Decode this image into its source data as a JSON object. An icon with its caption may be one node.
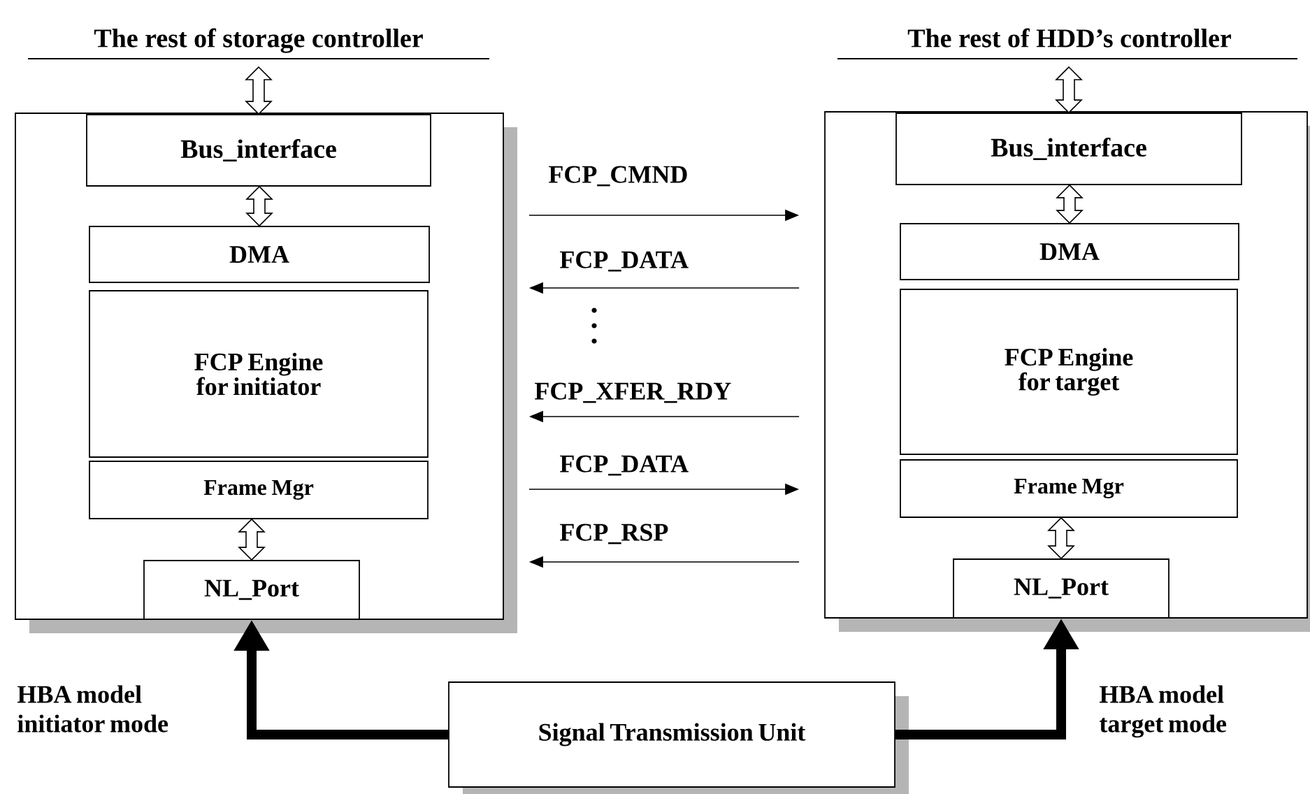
{
  "diagram": {
    "nodes": [
      {
        "text": [
          "The rest of storage controller"
        ]
      },
      {
        "text": [],
        "shape": "box"
      },
      {
        "text": [
          "Bus_interface"
        ],
        "in": 1
      },
      {
        "text": [
          "DMA"
        ],
        "in": 1
      },
      {
        "text": [
          "FCP Engine for initiator"
        ],
        "in": 1
      },
      {
        "text": [
          "Frame Mgr"
        ],
        "in": 1
      },
      {
        "text": [
          "NL_Port"
        ],
        "in": 1
      },
      {
        "text": [
          "The rest of HDD’s controller"
        ]
      },
      {
        "text": [],
        "shape": "box"
      },
      {
        "text": [
          "Bus_interface"
        ],
        "in": 8
      },
      {
        "text": [
          "DMA"
        ],
        "in": 8
      },
      {
        "text": [
          "FCP Engine for target"
        ],
        "in": 8
      },
      {
        "text": [
          "Frame Mgr"
        ],
        "in": 8
      },
      {
        "text": [
          "NL_Port"
        ],
        "in": 8
      },
      {
        "text": [
          "Signal Transmission Unit"
        ]
      }
    ],
    "edges": [
      {
        "from": 0,
        "to": 2,
        "arrow": "both"
      },
      {
        "from": 2,
        "to": 3,
        "arrow": "both"
      },
      {
        "from": 5,
        "to": 6,
        "arrow": "both"
      },
      {
        "from": 7,
        "to": 9,
        "arrow": "both"
      },
      {
        "from": 9,
        "to": 10,
        "arrow": "both"
      },
      {
        "from": 12,
        "to": 13,
        "arrow": "both"
      },
      {
        "from": 1,
        "to": 8,
        "arrow": "to",
        "label": "FCP_CMND"
      },
      {
        "from": 8,
        "to": 1,
        "arrow": "to",
        "label": "FCP_DATA"
      },
      {
        "from": 8,
        "to": 1,
        "arrow": "to",
        "label": "FCP_XFER_RDY"
      },
      {
        "from": 1,
        "to": 8,
        "arrow": "to",
        "label": "FCP_DATA"
      },
      {
        "from": 8,
        "to": 1,
        "arrow": "to",
        "label": "FCP_RSP"
      },
      {
        "from": 14,
        "to": 6,
        "arrow": "to",
        "style": "thick",
        "label": "HBA model initiator mode"
      },
      {
        "from": 14,
        "to": 13,
        "arrow": "to",
        "style": "thick",
        "label": "HBA model target mode"
      }
    ]
  }
}
